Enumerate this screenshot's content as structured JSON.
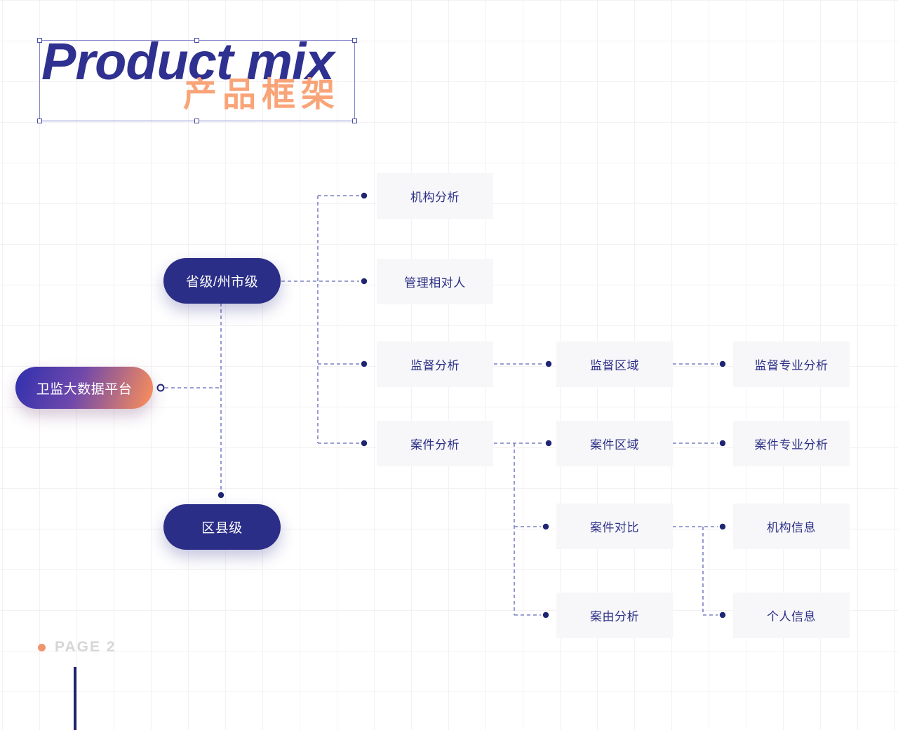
{
  "title": {
    "en": "Product mix",
    "zh": "产品框架"
  },
  "diagram": {
    "nodes": {
      "platform": "卫监大数据平台",
      "province": "省级/州市级",
      "district": "区县级",
      "org_analysis": "机构分析",
      "counterpart": "管理相对人",
      "supervision_analysis": "监督分析",
      "case_analysis": "案件分析",
      "supervision_region": "监督区域",
      "supervision_specialty": "监督专业分析",
      "case_region": "案件区域",
      "case_specialty": "案件专业分析",
      "case_compare": "案件对比",
      "org_info": "机构信息",
      "cause_analysis": "案由分析",
      "person_info": "个人信息"
    }
  },
  "footer": {
    "page": "PAGE 2"
  },
  "colors": {
    "navy_title": "#2F3190",
    "navy_pill": "#2B2E87",
    "node_text": "#2C3086",
    "dot": "#1F2473",
    "dash_line": "#7C80C4",
    "orange_title": "#F9A478",
    "orange_page_dot": "#F0946A",
    "page_text": "#D6D6D6",
    "box_bg": "#F7F7F9",
    "gradient_start": "#3030AE",
    "gradient_end": "#F18A5F"
  }
}
